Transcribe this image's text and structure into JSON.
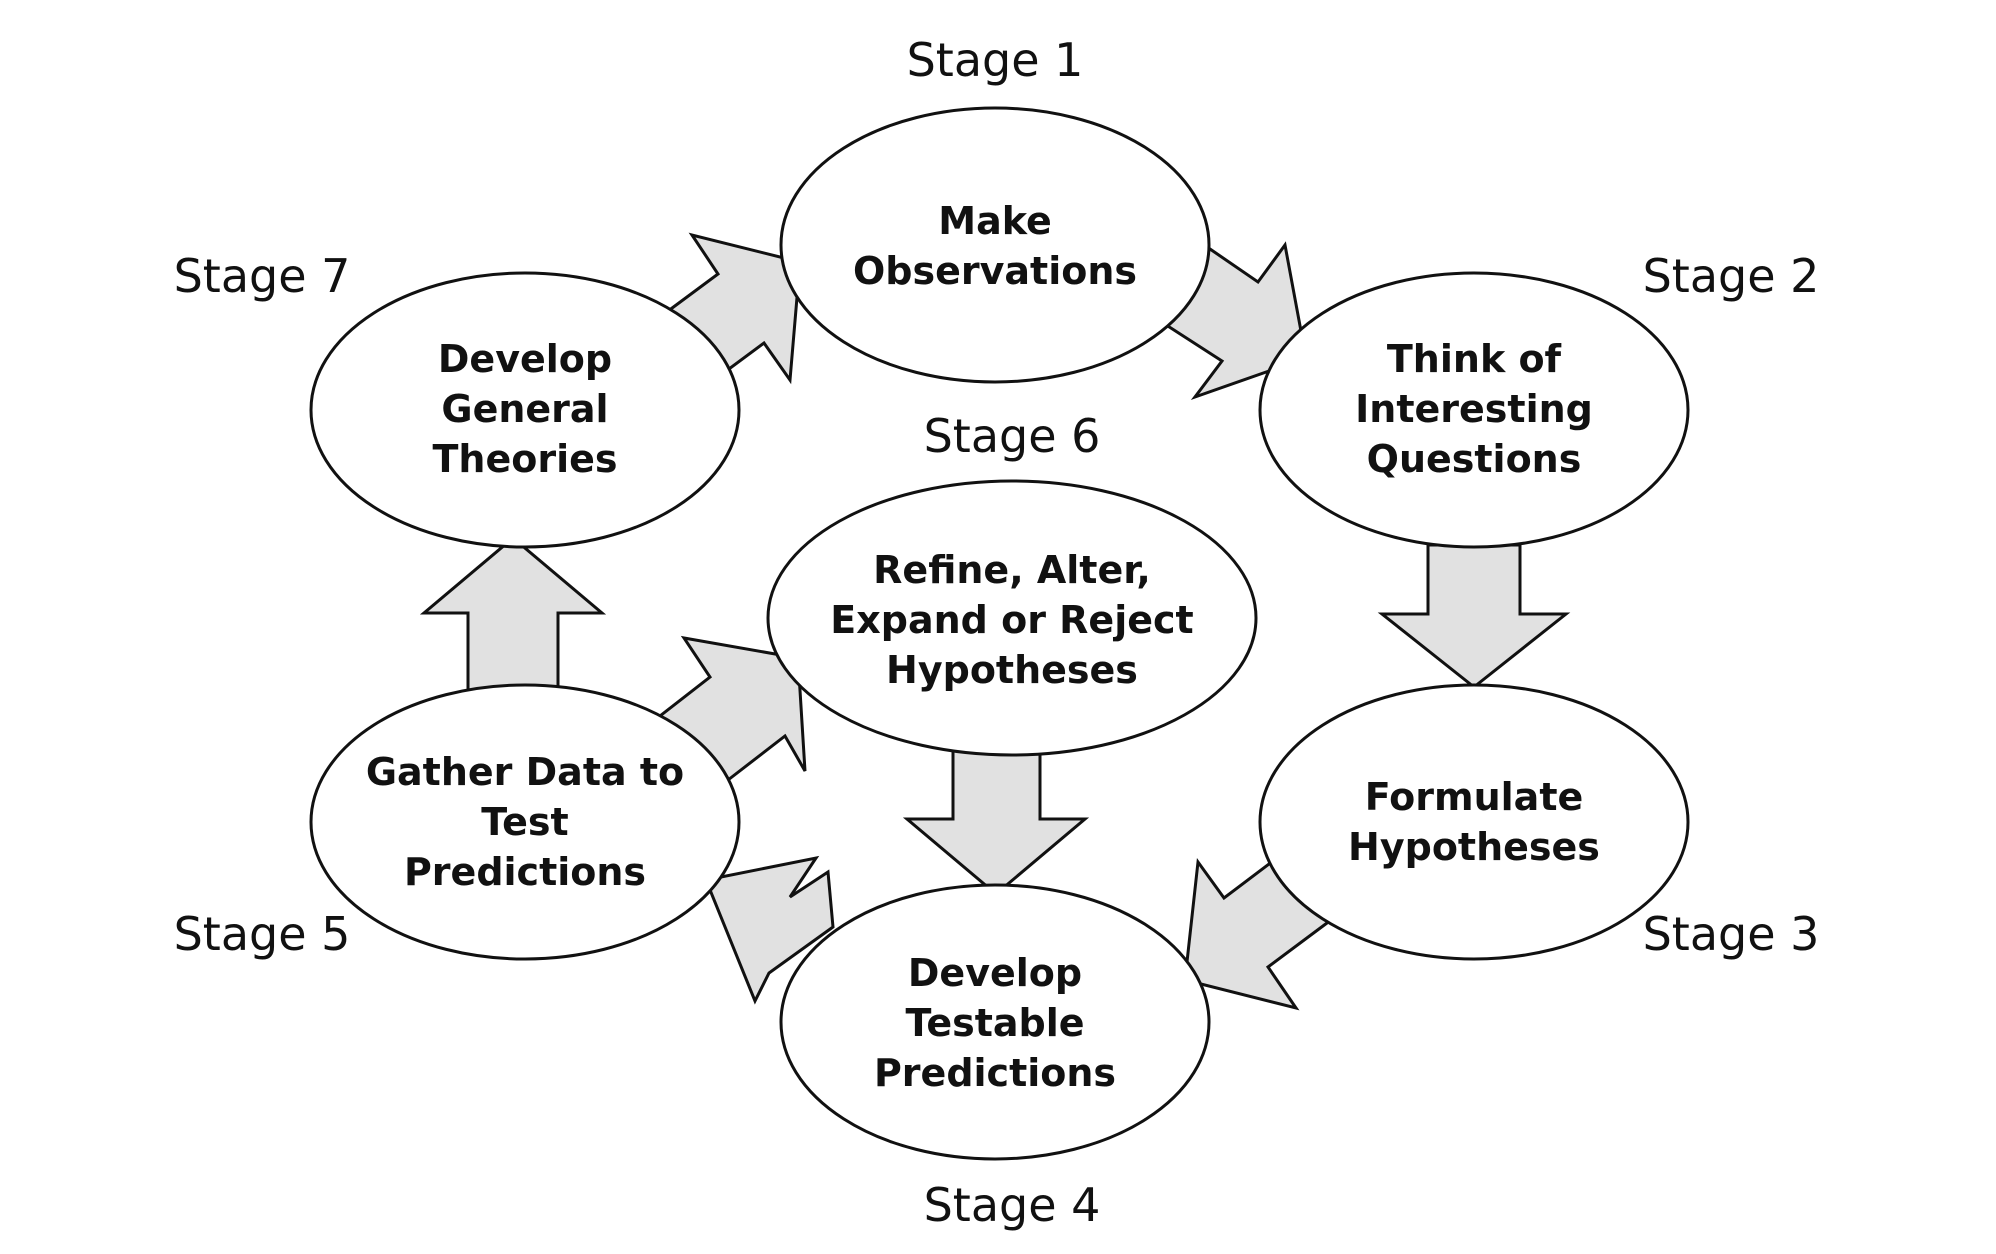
{
  "stages": [
    {
      "label": "Stage 1",
      "lines": [
        "Make",
        "Observations"
      ]
    },
    {
      "label": "Stage 2",
      "lines": [
        "Think of",
        "Interesting",
        "Questions"
      ]
    },
    {
      "label": "Stage 3",
      "lines": [
        "Formulate",
        "Hypotheses"
      ]
    },
    {
      "label": "Stage 4",
      "lines": [
        "Develop",
        "Testable",
        "Predictions"
      ]
    },
    {
      "label": "Stage 5",
      "lines": [
        "Gather Data to",
        "Test",
        "Predictions"
      ]
    },
    {
      "label": "Stage 6",
      "lines": [
        "Refine, Alter,",
        "Expand or Reject",
        "Hypotheses"
      ]
    },
    {
      "label": "Stage 7",
      "lines": [
        "Develop",
        "General",
        "Theories"
      ]
    }
  ],
  "colors": {
    "arrow_fill": "#e1e1e1",
    "stroke": "#111111",
    "node_fill": "#ffffff"
  }
}
